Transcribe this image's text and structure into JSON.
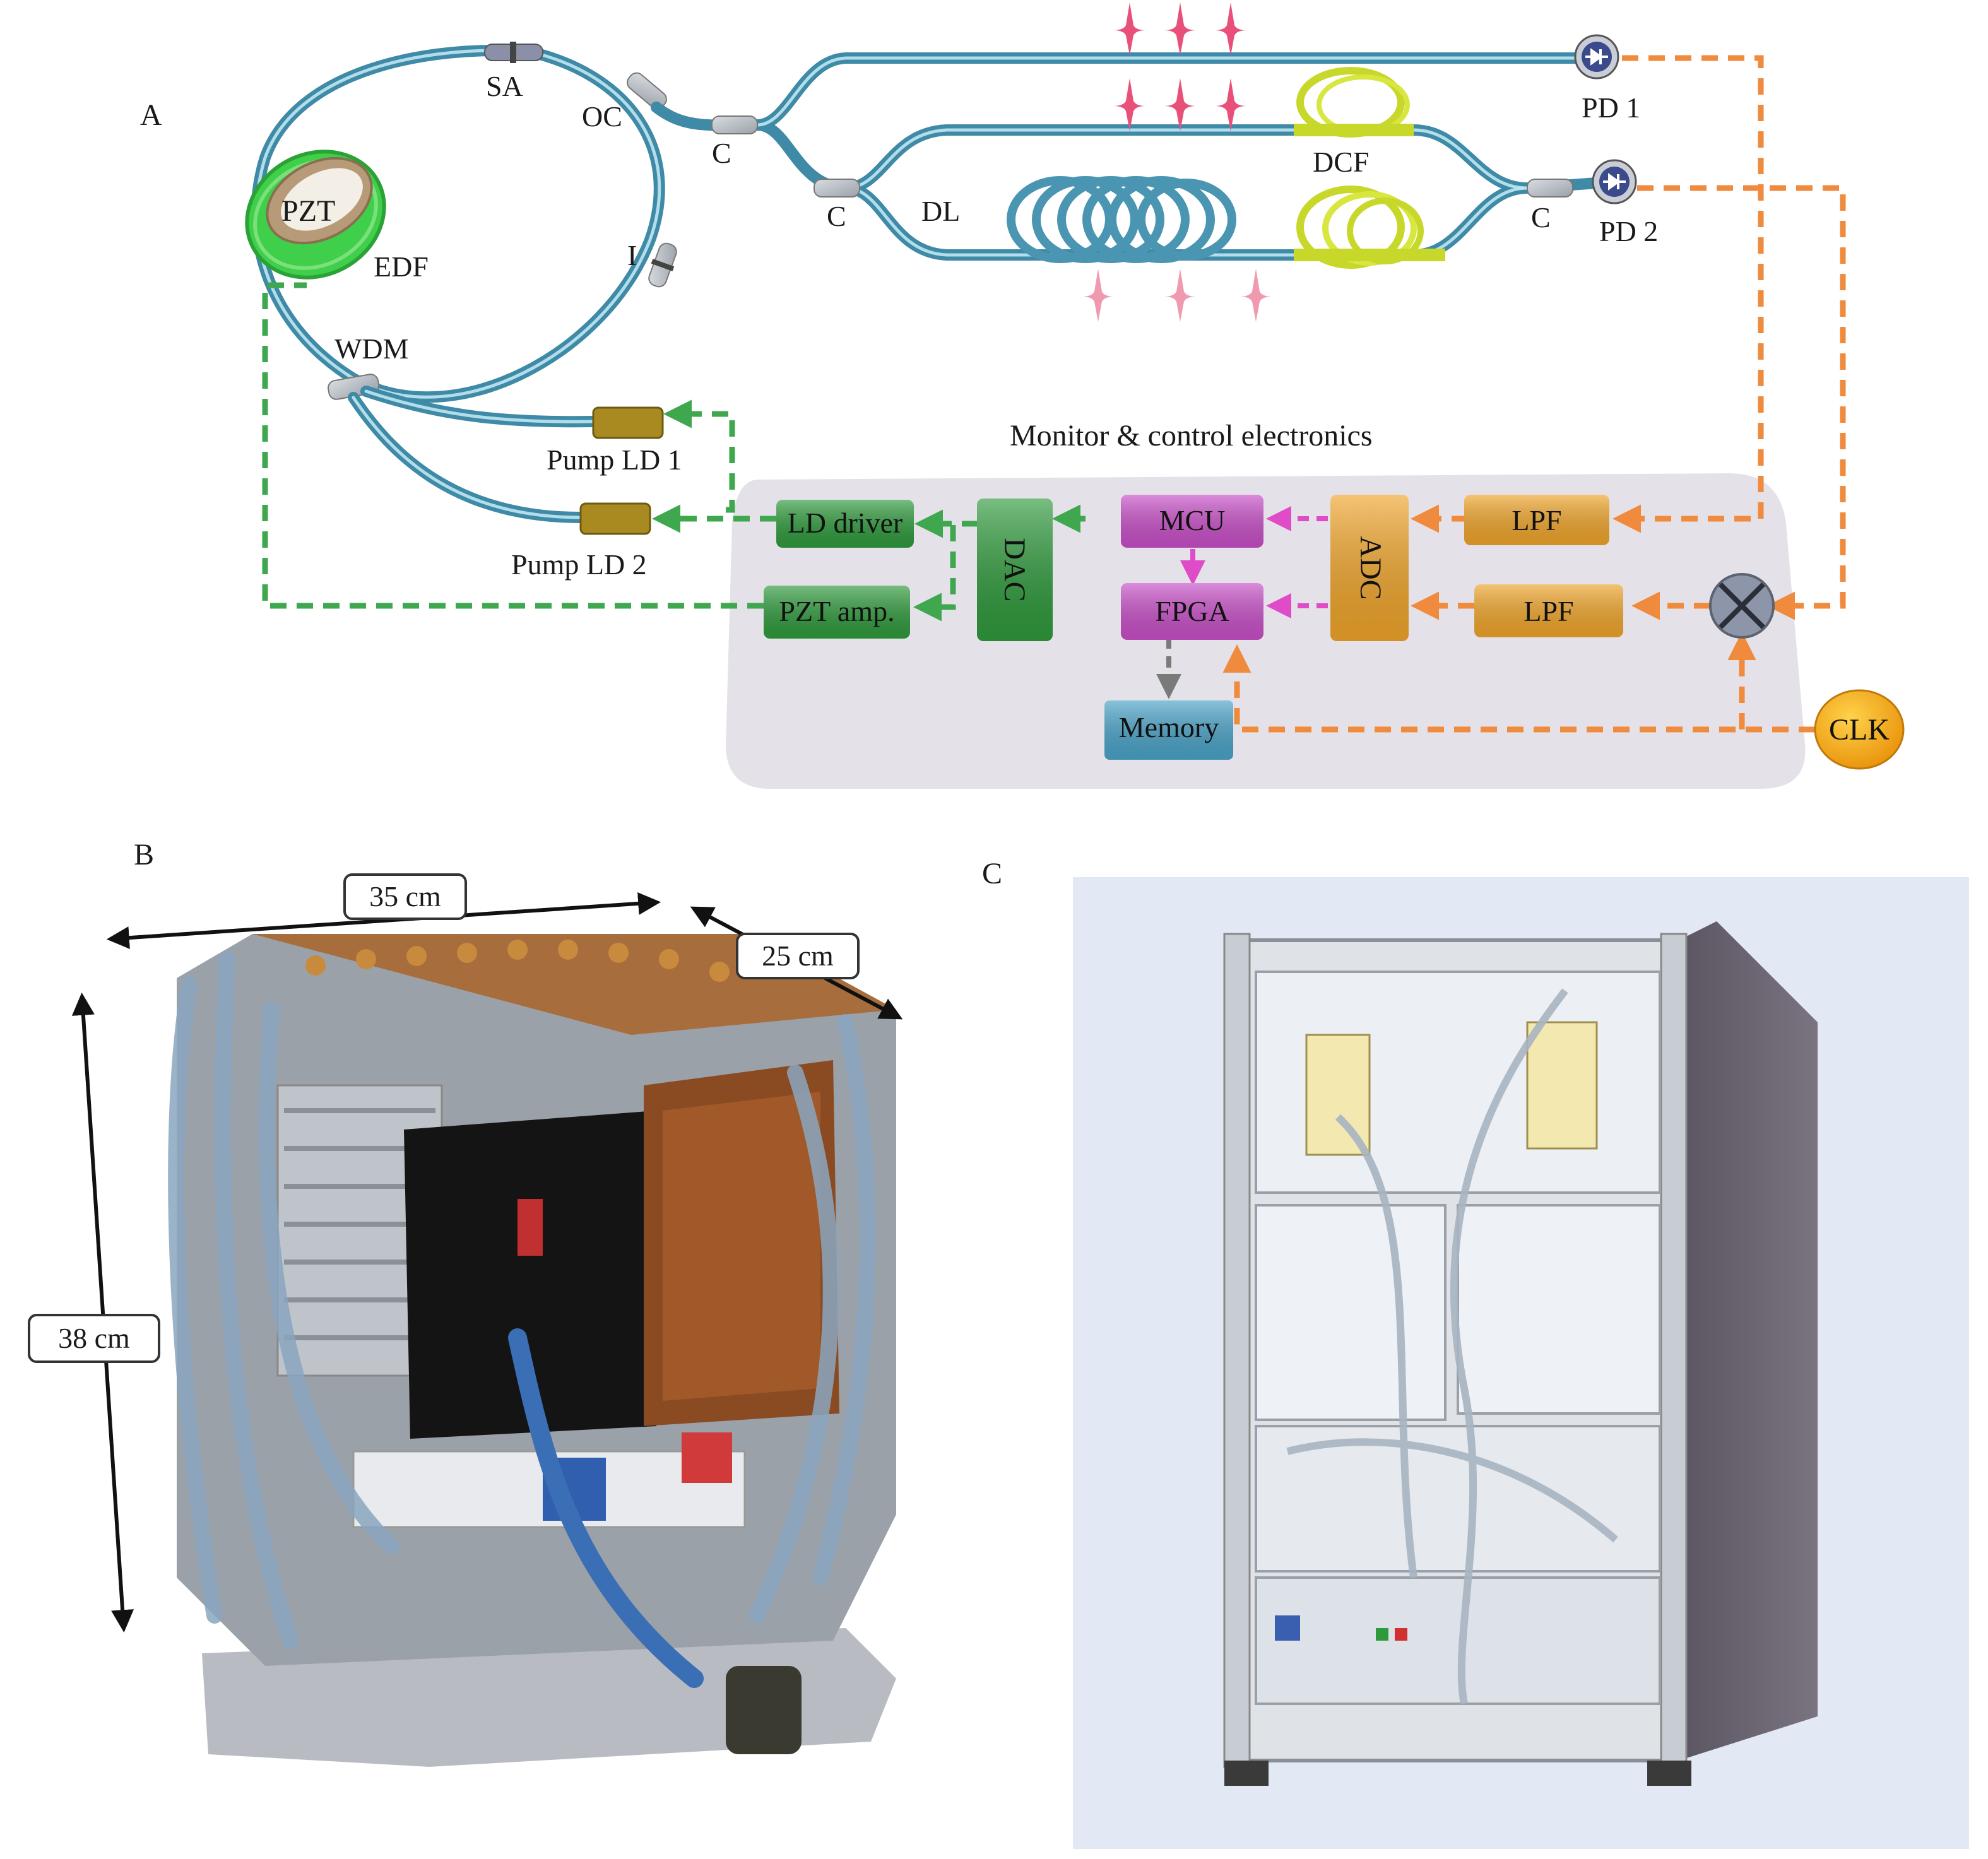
{
  "panels": {
    "a": "A",
    "b": "B",
    "c": "C"
  },
  "optics": {
    "sa": "SA",
    "oc": "OC",
    "pzt": "PZT",
    "edf": "EDF",
    "i": "I",
    "wdm": "WDM",
    "coupler": "C",
    "dl": "DL",
    "dcf": "DCF",
    "pd1": "PD 1",
    "pd2": "PD 2",
    "pump1": "Pump LD 1",
    "pump2": "Pump LD 2"
  },
  "electronics": {
    "title": "Monitor & control electronics",
    "ld_driver": "LD driver",
    "pzt_amp": "PZT amp.",
    "dac": "DAC",
    "mcu": "MCU",
    "fpga": "FPGA",
    "memory": "Memory",
    "adc": "ADC",
    "lpf1": "LPF",
    "lpf2": "LPF",
    "clk": "CLK"
  },
  "dimensions": {
    "width": "35 cm",
    "depth": "25 cm",
    "height": "38 cm"
  },
  "colors": {
    "fiber": "#3f8aa6",
    "edf": "#3fcf4a",
    "dcf": "#c8d82a",
    "pulse": "#e8507a",
    "green_block": "#2f9a3c",
    "magenta_block": "#c84fc8",
    "orange_block": "#f0a52a",
    "memory_block": "#4aa3c8",
    "control_bg": "#e4e2e8"
  }
}
